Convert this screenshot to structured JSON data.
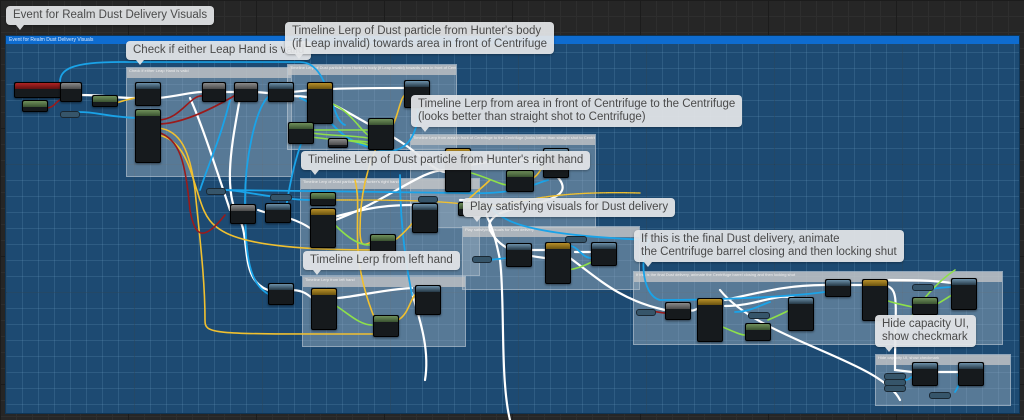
{
  "graph": {
    "outer_comment": {
      "bubble": "Event for Realm Dust Delivery Visuals",
      "title": "Event for Realm Dust Delivery Visuals"
    },
    "comments": [
      {
        "id": "leap-check",
        "bubble": "Check if either Leap Hand is valid",
        "title": "Check if either Leap Hand is valid"
      },
      {
        "id": "body-lerp",
        "bubble_line1": "Timeline Lerp of Dust particle from Hunter's body",
        "bubble_line2": "(if Leap invalid) towards area in front of Centrifuge",
        "title": "Timeline Lerp of Dust particle from Hunter's body (if Leap invalid) towards area in front of Centrifuge"
      },
      {
        "id": "centrifuge-lerp",
        "bubble_line1": "Timeline Lerp from area in front of Centrifuge to the Centrifuge",
        "bubble_line2": "(looks better than straight shot to Centrifuge)",
        "title": "Timeline Lerp from area in front of Centrifuge to the Centrifuge (looks better than straight shot to Centrifuge)"
      },
      {
        "id": "right-hand-lerp",
        "bubble": "Timeline Lerp of Dust particle from Hunter's right hand",
        "title": "Timeline Lerp of Dust particle from Hunter's right hand"
      },
      {
        "id": "satisfying",
        "bubble": "Play satisfying visuals for Dust delivery",
        "title": "Play satisfying visuals for Dust delivery"
      },
      {
        "id": "final-delivery",
        "bubble_line1": "If this is the final Dust delivery, animate",
        "bubble_line2": "the Centrifuge barrel closing and then locking shut",
        "title": "If this is the final Dust delivery, animate the Centrifuge barrel closing and then locking shut"
      },
      {
        "id": "left-hand-lerp",
        "bubble": "Timeline Lerp from left hand",
        "title": "Timeline Lerp from left hand"
      },
      {
        "id": "hide-capacity",
        "bubble_line1": "Hide capacity UI,",
        "bubble_line2": "show checkmark",
        "title": "Hide capacity UI, show checkmark"
      }
    ],
    "wire_colors": {
      "exec": "#ffffff",
      "object": "#1aa3e8",
      "float": "#f0c030",
      "bool": "#8b1a1a",
      "vector_green": "#8ee04a"
    }
  }
}
